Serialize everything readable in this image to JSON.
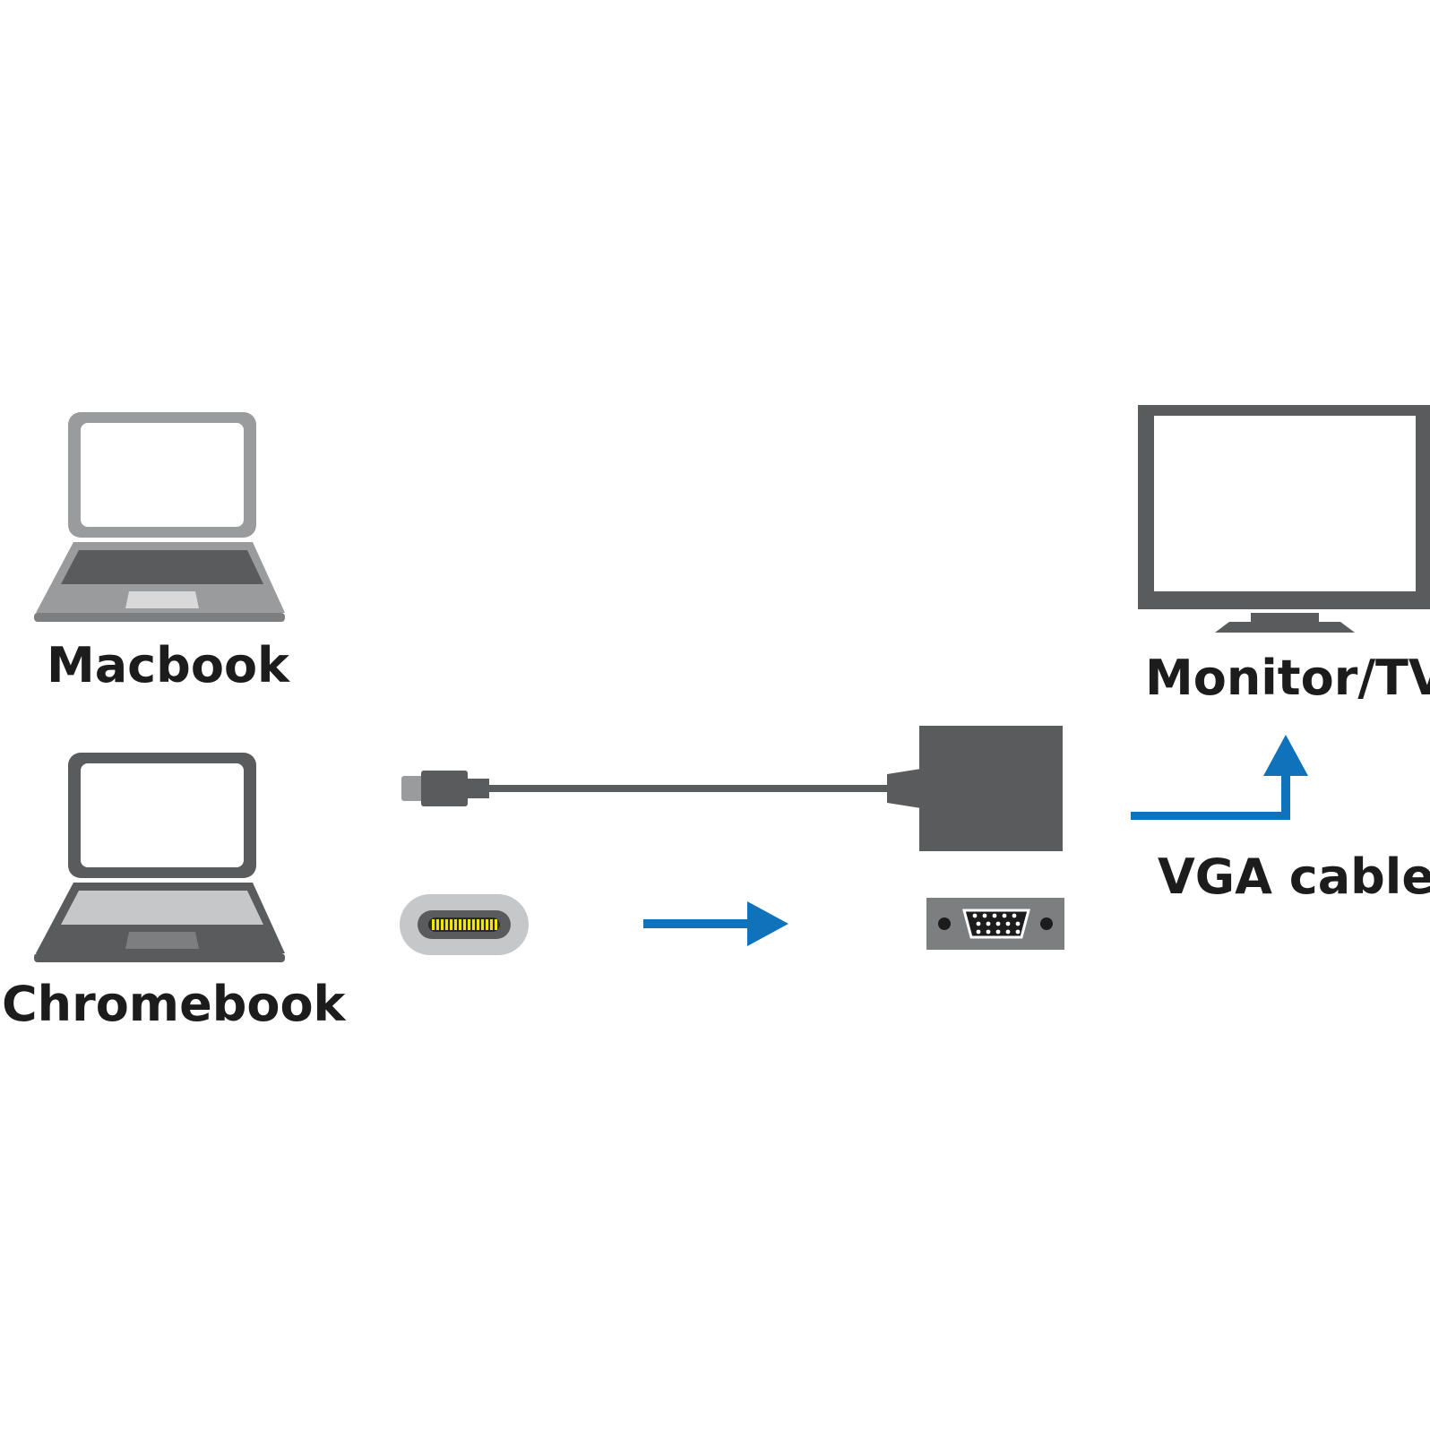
{
  "labels": {
    "macbook": "Macbook",
    "chromebook": "Chromebook",
    "monitor": "Monitor/TV",
    "vga_cable": "VGA cable"
  },
  "colors": {
    "background": "#ffffff",
    "text": "#1c1c1c",
    "dark_gray": "#5a5b5d",
    "mid_gray": "#9a9b9d",
    "light_gray": "#c6c7c8",
    "arrow_blue": "#0f72bb",
    "pin_yellow": "#f2e600"
  },
  "icons": [
    "laptop-icon",
    "laptop-icon",
    "monitor-icon",
    "usb-c-plug-icon",
    "vga-adapter-icon",
    "usb-c-port-icon",
    "vga-port-icon",
    "arrow-right-icon",
    "arrow-up-icon"
  ]
}
